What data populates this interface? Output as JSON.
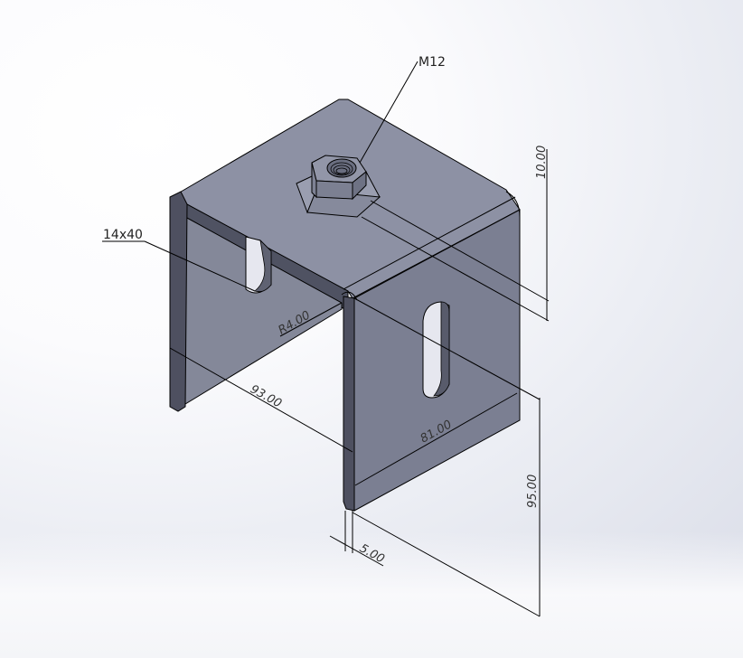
{
  "viewport": {
    "background_top": "#ffffff",
    "background_edge": "#dde0ea",
    "part_colors": {
      "top_face": "#8c90a3",
      "front_face": "#7d8194",
      "left_inner_face": "#83879a",
      "edge_dark": "#4e5060",
      "hole_light": "#e8e9f0",
      "line": "#000000"
    }
  },
  "annotations": {
    "nut_callout": "M12",
    "slot_callout": "14x40",
    "bend_radius": "R4.00",
    "height_nut_offset": "10.00",
    "depth": "93.00",
    "width": "81.00",
    "height": "95.00",
    "thickness": "5.00"
  }
}
